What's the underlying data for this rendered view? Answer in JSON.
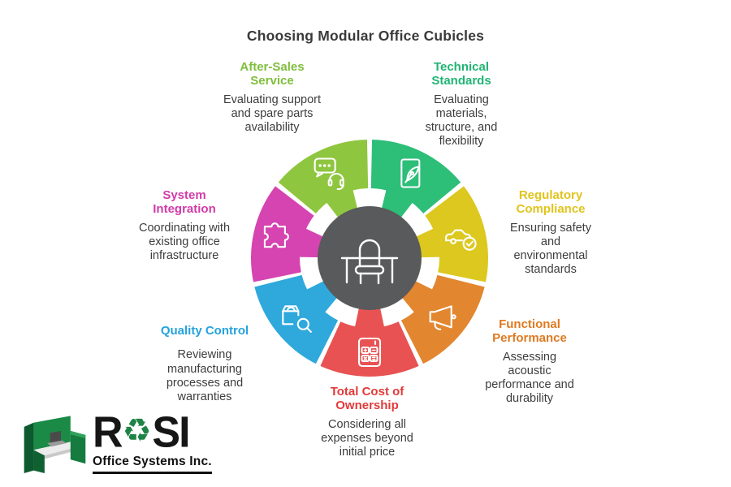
{
  "title": "Choosing Modular Office Cubicles",
  "wheel": {
    "center_icon": "desk-chair-icon",
    "center_color": "#595A5C",
    "segments": [
      {
        "id": "technical-standards",
        "title": "Technical\nStandards",
        "desc": "Evaluating\nmaterials,\nstructure, and\nflexibility",
        "color": "#2DBE78",
        "text_color": "#21B573",
        "icon": "document-pen-icon"
      },
      {
        "id": "regulatory-compliance",
        "title": "Regulatory\nCompliance",
        "desc": "Ensuring safety\nand\nenvironmental\nstandards",
        "color": "#DCC81E",
        "text_color": "#E0C41D",
        "icon": "car-check-icon"
      },
      {
        "id": "functional-performance",
        "title": "Functional\nPerformance",
        "desc": "Assessing\nacoustic\nperformance and\ndurability",
        "color": "#E2862F",
        "text_color": "#DE7A22",
        "icon": "megaphone-icon"
      },
      {
        "id": "total-cost-of-ownership",
        "title": "Total Cost of\nOwnership",
        "desc": "Considering all\nexpenses beyond\ninitial price",
        "color": "#E85252",
        "text_color": "#E23A3A",
        "icon": "calculator-icon"
      },
      {
        "id": "quality-control",
        "title": "Quality Control",
        "desc": "Reviewing\nmanufacturing\nprocesses and\nwarranties",
        "color": "#2FA8DC",
        "text_color": "#24A3DC",
        "icon": "bag-search-icon"
      },
      {
        "id": "system-integration",
        "title": "System\nIntegration",
        "desc": "Coordinating with\nexisting office\ninfrastructure",
        "color": "#D544B0",
        "text_color": "#D13BA8",
        "icon": "puzzle-icon"
      },
      {
        "id": "after-sales-service",
        "title": "After-Sales\nService",
        "desc": "Evaluating support\nand spare parts\navailability",
        "color": "#8FC63F",
        "text_color": "#7FBE3C",
        "icon": "speech-headset-icon"
      }
    ]
  },
  "logo": {
    "brand_left": "R",
    "brand_right": "SI",
    "recycle_char": "♻",
    "subtitle": "Office Systems Inc.",
    "green": "#1E8445"
  }
}
